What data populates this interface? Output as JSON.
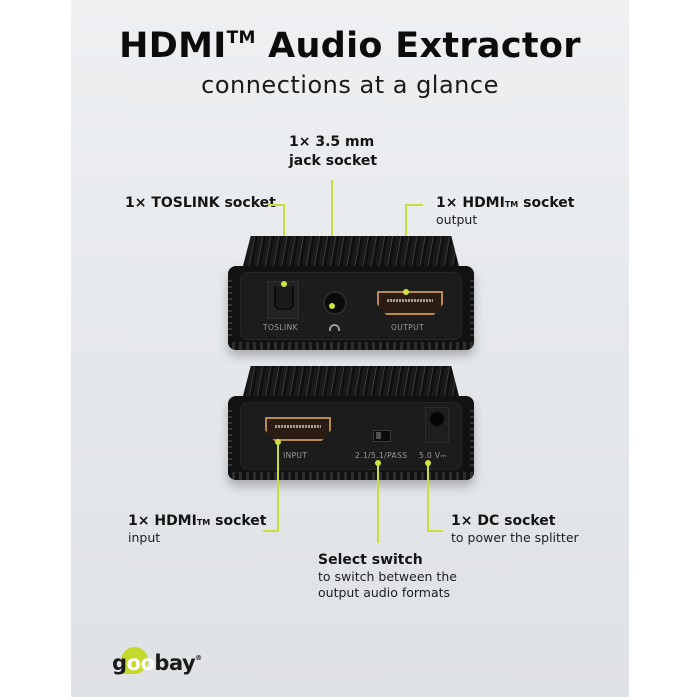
{
  "header": {
    "title": "HDMI",
    "title_tm": "TM",
    "title_rest": " Audio Extractor",
    "subtitle": "connections at a glance"
  },
  "colors": {
    "accent_line": "#c9dd3c",
    "logo_blob": "#c3d92b",
    "background": "#e6e9ec",
    "device": "#121212",
    "hdmi_gold": "#b98a52"
  },
  "callouts": {
    "jack": {
      "line1": "1× 3.5 mm",
      "line2": "jack socket"
    },
    "toslink": {
      "title": "1× TOSLINK socket"
    },
    "hdmi_output": {
      "title": "1× HDMI",
      "tm": "TM",
      "title_rest": " socket",
      "sub": "output"
    },
    "hdmi_input": {
      "title": "1× HDMI",
      "tm": "TM",
      "title_rest": " socket",
      "sub": "input"
    },
    "select_switch": {
      "title": "Select switch",
      "sub1": "to switch between the",
      "sub2": "output audio formats"
    },
    "dc": {
      "title": "1× DC socket",
      "sub": "to power the splitter"
    }
  },
  "device_top": {
    "labels": {
      "toslink": "TOSLINK",
      "output": "OUTPUT"
    },
    "icons": [
      "toslink-port",
      "headphone-jack",
      "hdmi-port"
    ]
  },
  "device_bottom": {
    "labels": {
      "input": "INPUT",
      "switch": "2.1/5.1/PASS",
      "voltage": "5.0 V",
      "dc_symbol": "⎓"
    },
    "icons": [
      "hdmi-port",
      "slide-switch",
      "dc-barrel-jack"
    ]
  },
  "logo": {
    "g": "g",
    "oo": "oo",
    "bay": "bay",
    "reg": "®"
  }
}
